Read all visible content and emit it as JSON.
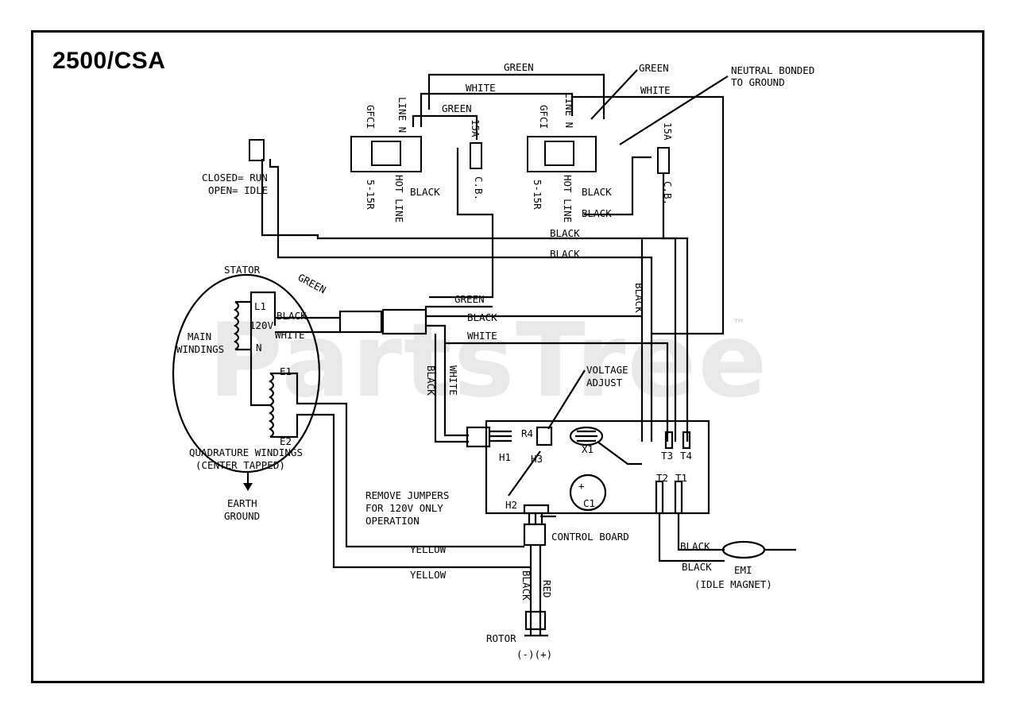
{
  "title": "2500/CSA",
  "watermark": "PartsTree",
  "trademark": "™",
  "labels": {
    "green_top": "GREEN",
    "green_top2": "GREEN",
    "green_mid": "GREEN",
    "green_stator": "GREEN",
    "green_conn": "GREEN",
    "white_top": "WHITE",
    "white_top2": "WHITE",
    "white_conn": "WHITE",
    "white_stator": "WHITE",
    "white_vert": "WHITE",
    "neutral_line1": "NEUTRAL BONDED",
    "neutral_line2": "TO GROUND",
    "closed_run": "CLOSED= RUN",
    "open_idle": "OPEN= IDLE",
    "gfci": "GFCI",
    "gfci2": "GFCI",
    "line_n": "LINE N",
    "line_n2": "LINE N",
    "hot_line": "HOT LINE",
    "hot_line2": "HOT LINE",
    "s15r": "5-15R",
    "s15r2": "5-15R",
    "a15": "15A",
    "a15_2": "15A",
    "cb": "C.B.",
    "cb2": "C.B.",
    "black1": "BLACK",
    "black2": "BLACK",
    "black3": "BLACK",
    "black4": "BLACK",
    "black5": "BLACK",
    "black_conn": "BLACK",
    "black_stator": "BLACK",
    "black_vert_right": "BLACK",
    "black_vert_left": "BLACK",
    "stator": "STATOR",
    "l1": "L1",
    "v120": "120V",
    "n": "N",
    "main_windings1": "MAIN",
    "main_windings2": "WINDINGS",
    "e1": "E1",
    "e2": "E2",
    "quad1": "QUADRATURE WINDINGS",
    "quad2": "(CENTER TAPPED)",
    "earth1": "EARTH",
    "earth2": "GROUND",
    "voltage_adjust1": "VOLTAGE",
    "voltage_adjust2": "ADJUST",
    "r4": "R4",
    "h1": "H1",
    "h3": "H3",
    "x1": "X1",
    "t3": "T3",
    "t4": "T4",
    "t2": "T2",
    "t1": "T1",
    "c1": "C1",
    "c1_plus": "+",
    "h2": "H2",
    "remove_jumpers1": "REMOVE JUMPERS",
    "remove_jumpers2": "FOR 120V ONLY",
    "remove_jumpers3": "OPERATION",
    "control_board": "CONTROL BOARD",
    "yellow1": "YELLOW",
    "yellow2": "YELLOW",
    "black_emi1": "BLACK",
    "black_emi2": "BLACK",
    "emi": "EMI",
    "idle_magnet": "(IDLE MAGNET)",
    "black_rotor": "BLACK",
    "red": "RED",
    "rotor": "ROTOR",
    "polarity": "(-)(+)"
  }
}
